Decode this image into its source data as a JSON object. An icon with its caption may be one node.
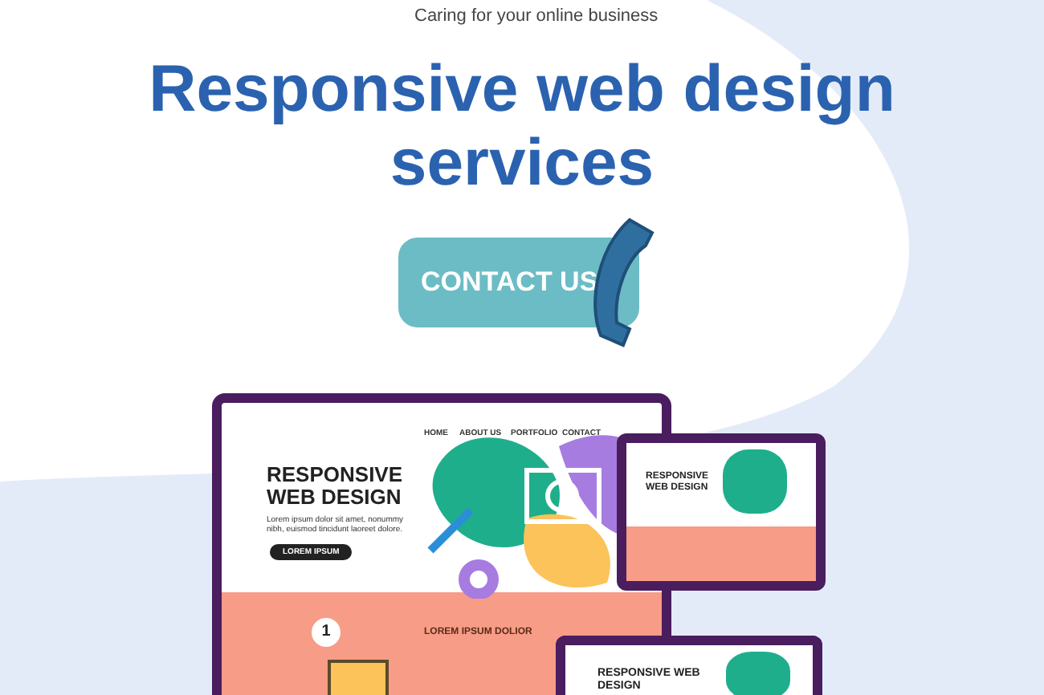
{
  "diagram": {
    "title": "Responsive web design services",
    "labels": [
      "Caring for your online business",
      "CONTACT US",
      "HOME",
      "ABOUT US",
      "PORTFOLIO",
      "CONTACT",
      "RESPONSIVE WEB DESIGN",
      "Lorem ipsum dolor sit amet, nonummy nibh, euismod tincidunt laoreet dolore.",
      "LOREM IPSUM",
      "1",
      "LOREM IPSUM DOLIOR",
      "RESPONSIVE WEB DESIGN",
      "RESPONSIVE WEB DESIGN"
    ]
  }
}
